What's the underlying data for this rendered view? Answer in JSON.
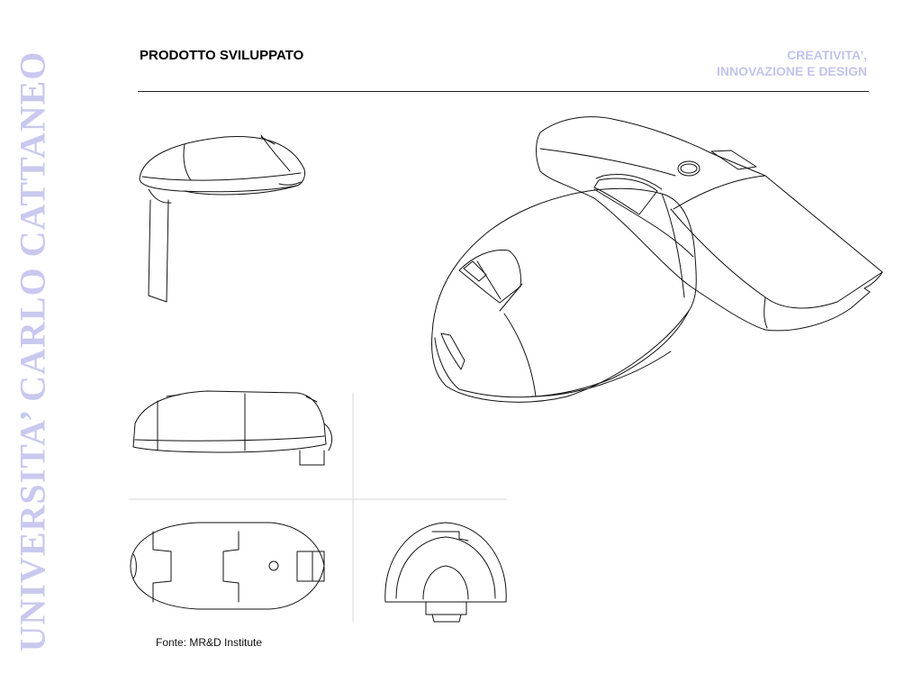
{
  "sidebar": {
    "institution": "UNIVERSITA’ CARLO CATTANEO"
  },
  "header": {
    "title": "PRODOTTO SVILUPPATO",
    "section_line1": "CREATIVITA’,",
    "section_line2": "INNOVAZIONE E DESIGN",
    "accent_color": "#c3c3ee"
  },
  "footer": {
    "source": "Fonte: MR&D Institute"
  }
}
